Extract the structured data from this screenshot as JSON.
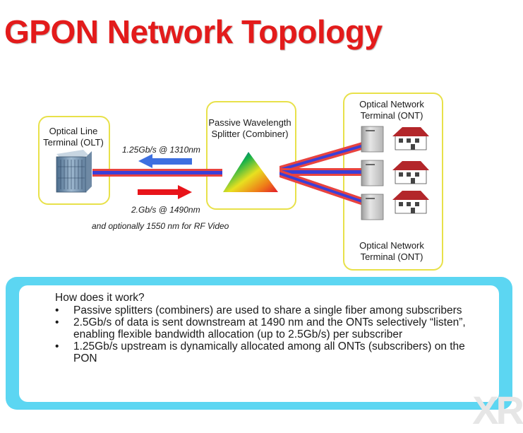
{
  "title": "GPON Network Topology",
  "olt": {
    "label_line1": "Optical Line",
    "label_line2": "Terminal (OLT)"
  },
  "splitter": {
    "label_line1": "Passive Wavelength",
    "label_line2": "Splitter (Combiner)"
  },
  "ont_top": {
    "label_line1": "Optical Network",
    "label_line2": "Terminal (ONT)"
  },
  "ont_bottom": {
    "label_line1": "Optical Network",
    "label_line2": "Terminal (ONT)"
  },
  "rates": {
    "upstream": "1.25Gb/s @ 1310nm",
    "downstream": "2.Gb/s @ 1490nm",
    "optional": "and optionally 1550 nm for RF Video"
  },
  "explanation": {
    "heading": "How does it work?",
    "bullets": [
      "Passive splitters (combiners) are used to share a single fiber among subscribers",
      "2.5Gb/s of data is sent downstream at 1490 nm and the ONTs selectively “listen”, enabling flexible bandwidth allocation (up to 2.5Gb/s) per subscriber",
      "1.25Gb/s upstream is dynamically allocated among all ONTs (subscribers) on the PON"
    ]
  },
  "watermark": "XR",
  "colors": {
    "title": "#e31b1b",
    "frame": "#e8e14a",
    "fiber_red": "#e8433f",
    "fiber_blue": "#3a3fd8",
    "arrow_up": "#3d6fe0",
    "arrow_down": "#e8141a",
    "panel": "#5cd6f2",
    "roof": "#b3262a"
  }
}
